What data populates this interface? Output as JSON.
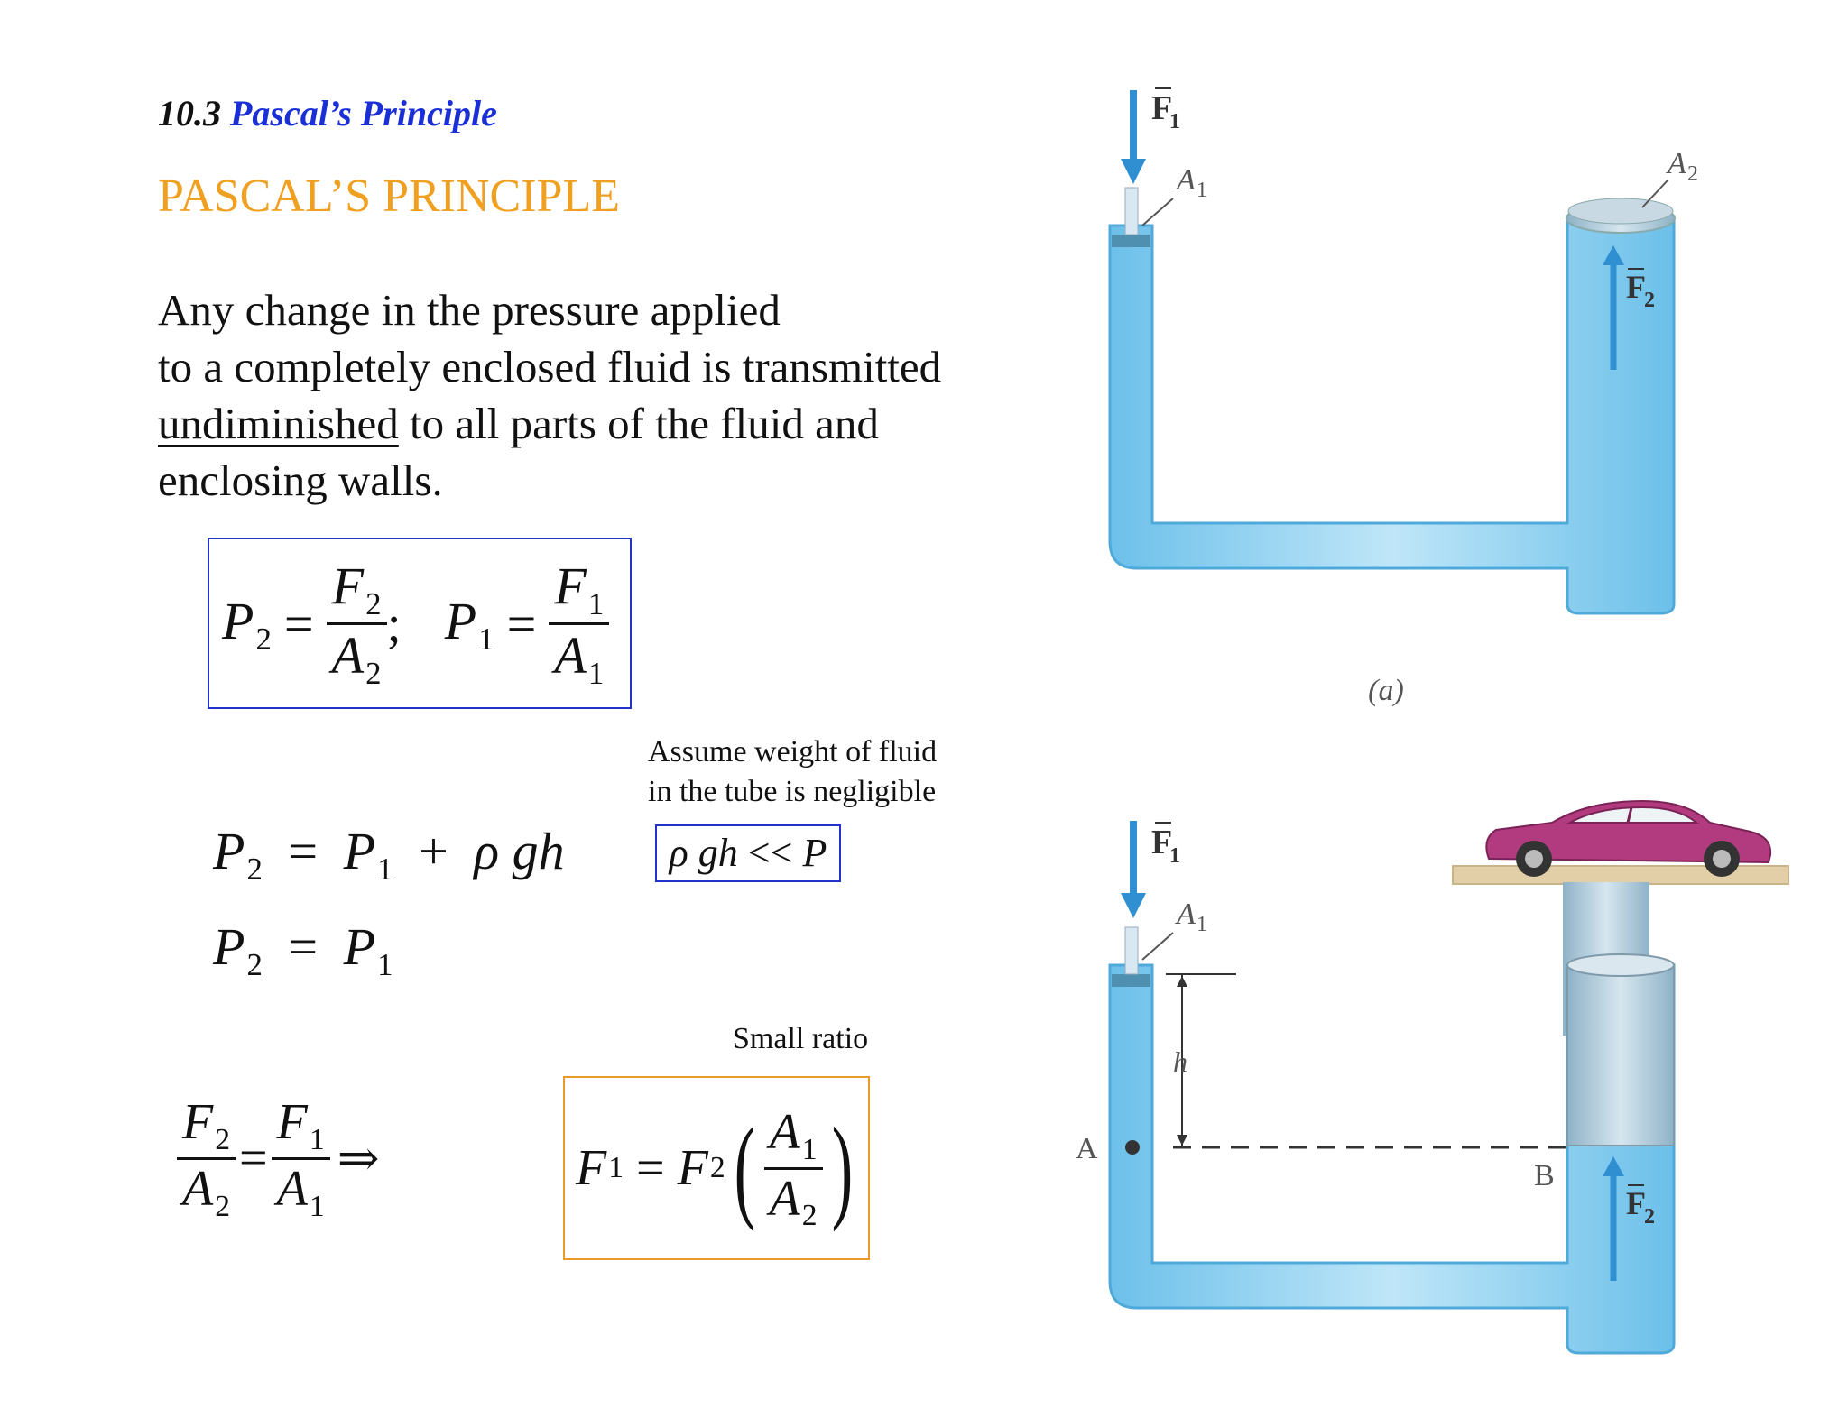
{
  "section": {
    "number": "10.3",
    "title": "Pascal’s Principle"
  },
  "heading": "PASCAL’S PRINCIPLE",
  "principle": {
    "line1": "Any change in the pressure applied",
    "line2": "to a completely enclosed fluid is transmitted",
    "line3_underlined": "undiminished",
    "line3_rest": " to all parts of the fluid and",
    "line4": "enclosing walls."
  },
  "equations": {
    "P": "P",
    "F": "F",
    "A": "A",
    "s1": "1",
    "s2": "2",
    "eq": "=",
    "semi": ";",
    "plus": "+",
    "rho_g_h": "ρ gh",
    "implies": "⇒",
    "much_less": "<<"
  },
  "notes": {
    "assume_line1": "Assume weight of fluid",
    "assume_line2": "in the tube is negligible",
    "small_ratio": "Small ratio"
  },
  "figure": {
    "top_caption": "(a)",
    "labels": {
      "F1": "F",
      "F2": "F",
      "sub1": "1",
      "sub2": "2",
      "A": "A",
      "B": "B",
      "h": "h",
      "A1": "A",
      "A2": "A"
    },
    "colors": {
      "fluid": "#9fd6f2",
      "fluid_edge": "#5cb6e4",
      "arrow": "#2f8fd0",
      "car": "#b23a7e",
      "platform": "#e2cfa8",
      "piston": "#a9c4d6"
    }
  }
}
